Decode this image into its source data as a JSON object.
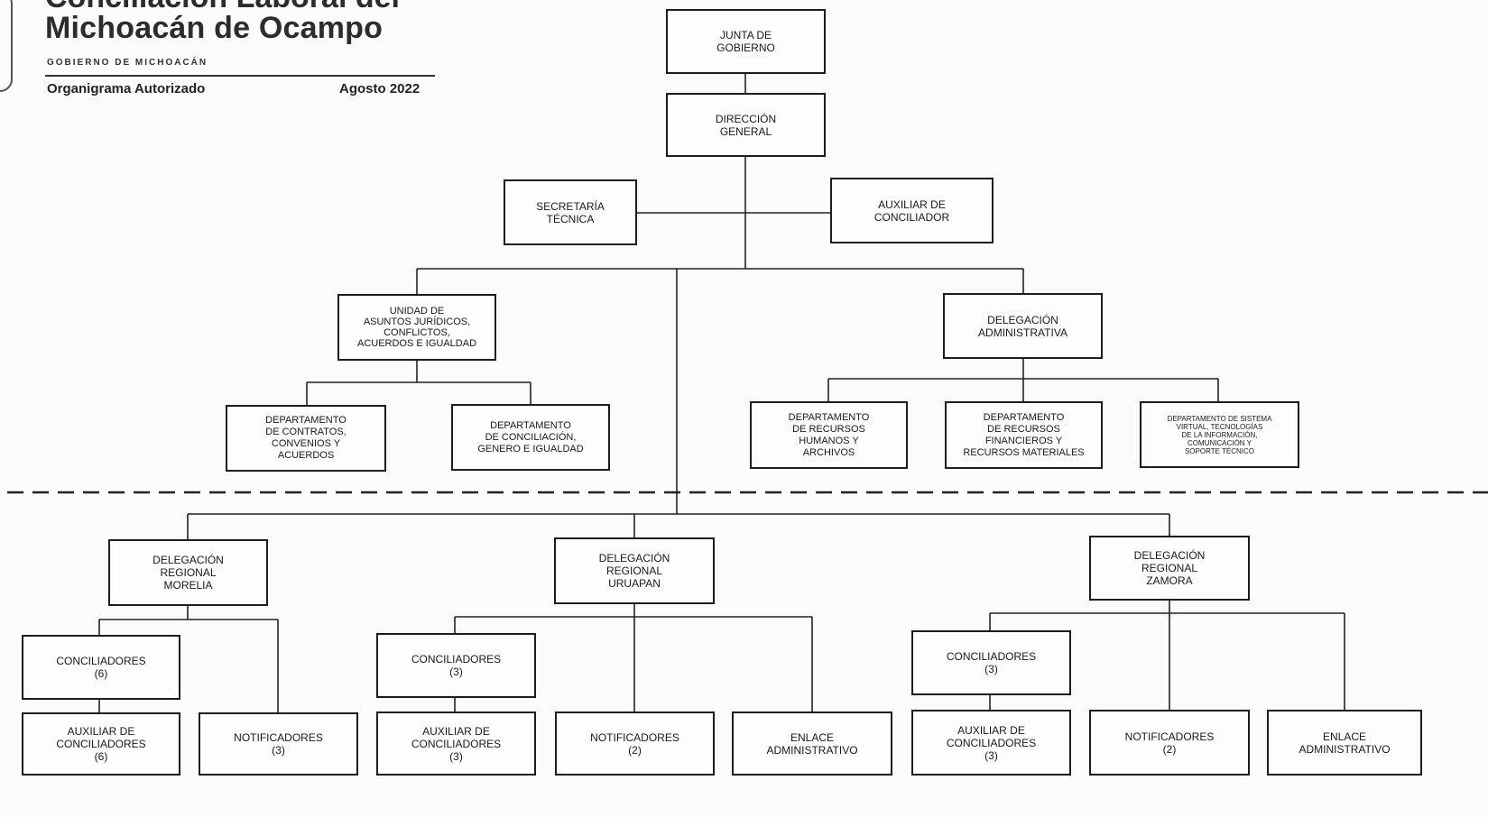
{
  "header": {
    "title_partial": "Conciliación Laboral del",
    "title": "Michoacán de Ocampo",
    "subtitle": "GOBIERNO DE MICHOACÁN",
    "doc_label": "Organigrama Autorizado",
    "date": "Agosto 2022"
  },
  "nodes": {
    "junta": "JUNTA DE\nGOBIERNO",
    "direccion": "DIRECCIÓN\nGENERAL",
    "secretaria": "SECRETARÍA\nTÉCNICA",
    "auxiliar_conciliador": "AUXILIAR DE\nCONCILIADOR",
    "unidad_juridicos": "UNIDAD DE\nASUNTOS JURÍDICOS,\nCONFLICTOS,\nACUERDOS E IGUALDAD",
    "delegacion_admin": "DELEGACIÓN\nADMINISTRATIVA",
    "depto_contratos": "DEPARTAMENTO\nDE CONTRATOS,\nCONVENIOS Y\nACUERDOS",
    "depto_conciliacion": "DEPARTAMENTO\nDE CONCILIACIÓN,\nGENERO E IGUALDAD",
    "depto_rh": "DEPARTAMENTO\nDE RECURSOS\nHUMANOS Y\nARCHIVOS",
    "depto_rf": "DEPARTAMENTO\nDE RECURSOS\nFINANCIEROS Y\nRECURSOS MATERIALES",
    "depto_ti": "DEPARTAMENTO DE SISTEMA\nVIRTUAL, TECNOLOGÍAS\nDE LA INFORMACIÓN,\nCOMUNICACIÓN Y\nSOPORTE TÉCNICO",
    "del_morelia": "DELEGACIÓN\nREGIONAL\nMORELIA",
    "del_uruapan": "DELEGACIÓN\nREGIONAL\nURUAPAN",
    "del_zamora": "DELEGACIÓN\nREGIONAL\nZAMORA",
    "mor_conciliadores": "CONCILIADORES\n(6)",
    "mor_auxiliar": "AUXILIAR DE\nCONCILIADORES\n(6)",
    "mor_notificadores": "NOTIFICADORES\n(3)",
    "uru_conciliadores": "CONCILIADORES\n(3)",
    "uru_auxiliar": "AUXILIAR DE\nCONCILIADORES\n(3)",
    "uru_notificadores": "NOTIFICADORES\n(2)",
    "uru_enlace": "ENLACE\nADMINISTRATIVO",
    "zam_conciliadores": "CONCILIADORES\n(3)",
    "zam_auxiliar": "AUXILIAR DE\nCONCILIADORES\n(3)",
    "zam_notificadores": "NOTIFICADORES\n(2)",
    "zam_enlace": "ENLACE\nADMINISTRATIVO"
  }
}
